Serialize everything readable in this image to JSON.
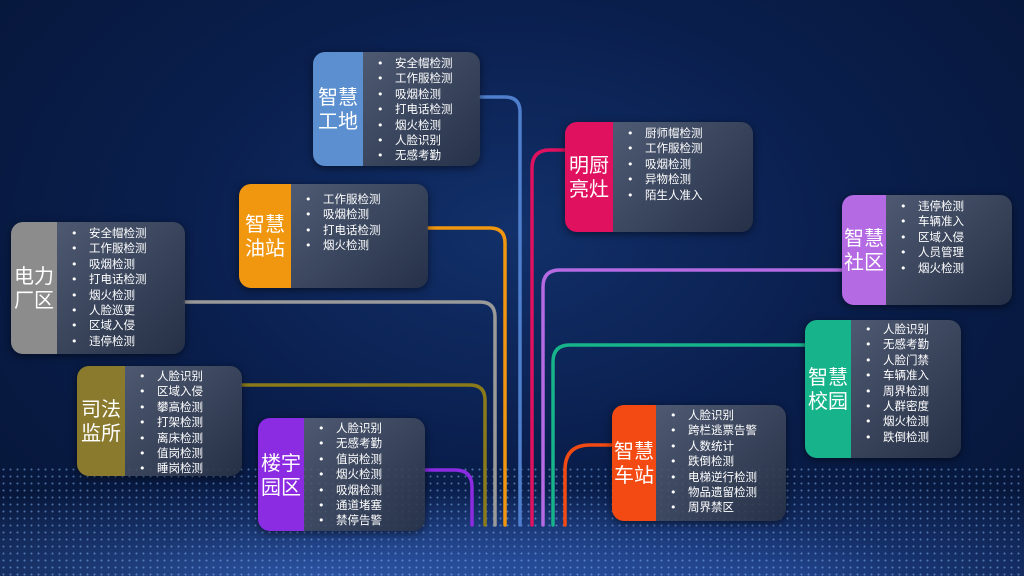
{
  "nodes": [
    {
      "title": "智慧工地",
      "chars": [
        "智慧",
        "工地"
      ],
      "color": "#5b8fd0",
      "items": [
        "安全帽检测",
        "工作服检测",
        "吸烟检测",
        "打电话检测",
        "烟火检测",
        "人脸识别",
        "无感考勤"
      ]
    },
    {
      "title": "智慧油站",
      "chars": [
        "智慧",
        "油站"
      ],
      "color": "#f0960f",
      "items": [
        "工作服检测",
        "吸烟检测",
        "打电话检测",
        "烟火检测"
      ]
    },
    {
      "title": "电力厂区",
      "chars": [
        "电力",
        "厂区"
      ],
      "color": "#8c8c8c",
      "items": [
        "安全帽检测",
        "工作服检测",
        "吸烟检测",
        "打电话检测",
        "烟火检测",
        "人脸巡更",
        "区域入侵",
        "违停检测"
      ]
    },
    {
      "title": "司法监所",
      "chars": [
        "司法",
        "监所"
      ],
      "color": "#8a7a2e",
      "items": [
        "人脸识别",
        "区域入侵",
        "攀高检测",
        "打架检测",
        "离床检测",
        "值岗检测",
        "睡岗检测"
      ]
    },
    {
      "title": "楼宇园区",
      "chars": [
        "楼宇",
        "园区"
      ],
      "color": "#8b2be2",
      "items": [
        "人脸识别",
        "无感考勤",
        "值岗检测",
        "烟火检测",
        "吸烟检测",
        "通道堵塞",
        "禁停告警"
      ]
    },
    {
      "title": "明厨亮灶",
      "chars": [
        "明厨",
        "亮灶"
      ],
      "color": "#e0115f",
      "items": [
        "厨师帽检测",
        "工作服检测",
        "吸烟检测",
        "异物检测",
        "陌生人准入"
      ]
    },
    {
      "title": "智慧社区",
      "chars": [
        "智慧",
        "社区"
      ],
      "color": "#b36ae2",
      "items": [
        "违停检测",
        "车辆准入",
        "区域入侵",
        "人员管理",
        "烟火检测"
      ]
    },
    {
      "title": "智慧校园",
      "chars": [
        "智慧",
        "校园"
      ],
      "color": "#17b38a",
      "items": [
        "人脸识别",
        "无感考勤",
        "人脸门禁",
        "车辆准入",
        "周界检测",
        "人群密度",
        "烟火检测",
        "跌倒检测"
      ]
    },
    {
      "title": "智慧车站",
      "chars": [
        "智慧",
        "车站"
      ],
      "color": "#f24a12",
      "items": [
        "人脸识别",
        "跨栏逃票告警",
        "人数统计",
        "跌倒检测",
        "电梯逆行检测",
        "物品遗留检测",
        "周界禁区"
      ]
    }
  ]
}
